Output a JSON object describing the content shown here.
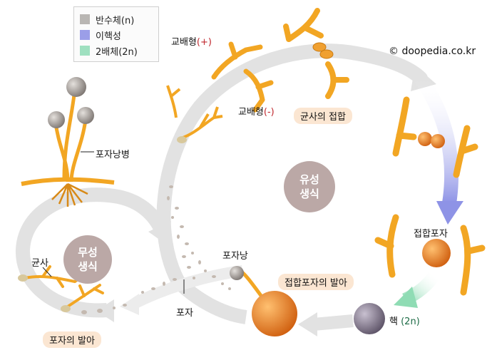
{
  "legend": {
    "items": [
      {
        "label": "반수체(n)",
        "color": "#b9b6b3"
      },
      {
        "label": "이핵성",
        "color": "#9b9ee8"
      },
      {
        "label": "2배체(2n)",
        "color": "#9fe0c0"
      }
    ]
  },
  "copyright": "© doopedia.co.kr",
  "cycles": {
    "sexual": "유성 생식",
    "asexual": "무성 생식"
  },
  "labels": {
    "mating_plus": "교배형",
    "mating_plus_sign": "(+)",
    "mating_minus": "교배형",
    "mating_minus_sign": "(-)",
    "hyphae_fusion": "균사의 접합",
    "zygospore": "접합포자",
    "zygospore_germination": "접합포자의 발아",
    "nucleus": "핵",
    "nucleus_ploidy": "(2n)",
    "sporangium": "포자낭",
    "spore": "포자",
    "sporangiophore": "포자낭병",
    "hypha": "균사",
    "spore_germination": "포자의 발아"
  },
  "colors": {
    "hypha": "#f2a623",
    "hypha_dark": "#c97a12",
    "arrow_gray": "#dcdcdc",
    "arrow_blue": "#8e93e6",
    "arrow_green": "#8fdcb4",
    "center_disc": "#bba8a6",
    "zygospore_orange": "#f08a24",
    "nucleus_purple": "#8a7e92"
  }
}
